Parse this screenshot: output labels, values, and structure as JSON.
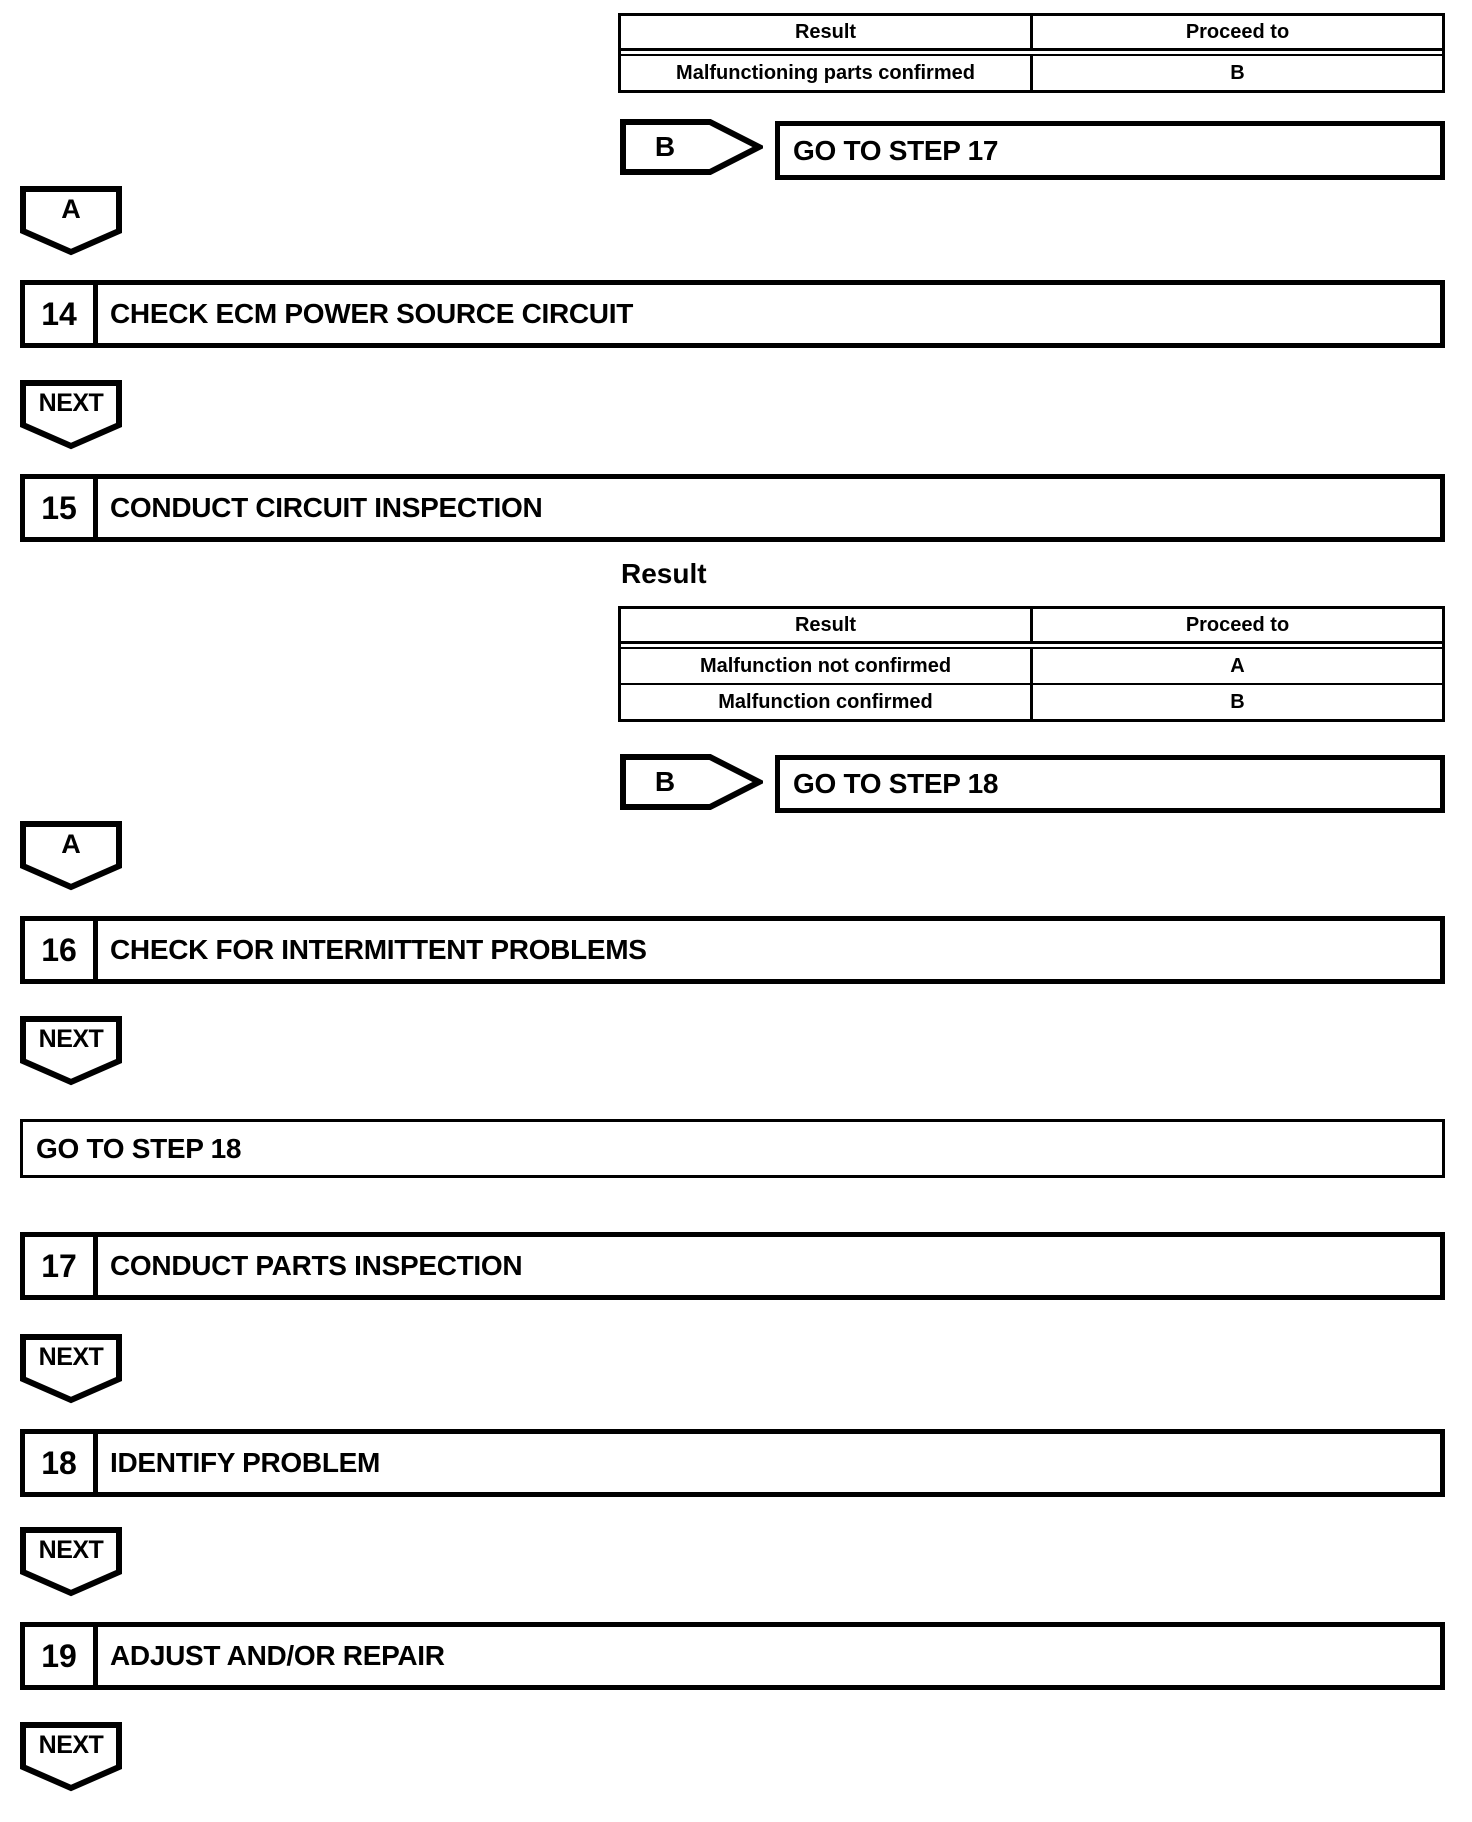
{
  "colors": {
    "line": "#000000",
    "background": "#ffffff"
  },
  "labels": {
    "a": "A",
    "b": "B",
    "next": "NEXT",
    "result_caption": "Result"
  },
  "tables": {
    "top": {
      "col_result": "Result",
      "col_proceed": "Proceed to",
      "rows": [
        {
          "result": "Malfunctioning parts confirmed",
          "proceed": "B"
        }
      ]
    },
    "inspection": {
      "col_result": "Result",
      "col_proceed": "Proceed to",
      "rows": [
        {
          "result": "Malfunction not confirmed",
          "proceed": "A"
        },
        {
          "result": "Malfunction confirmed",
          "proceed": "B"
        }
      ]
    }
  },
  "goto": {
    "step17": "GO TO STEP 17",
    "step18": "GO TO STEP 18",
    "step18_standalone": "GO TO STEP 18"
  },
  "steps": [
    {
      "number": "14",
      "title": "CHECK ECM POWER SOURCE CIRCUIT"
    },
    {
      "number": "15",
      "title": "CONDUCT CIRCUIT INSPECTION"
    },
    {
      "number": "16",
      "title": "CHECK FOR INTERMITTENT PROBLEMS"
    },
    {
      "number": "17",
      "title": "CONDUCT PARTS INSPECTION"
    },
    {
      "number": "18",
      "title": "IDENTIFY PROBLEM"
    },
    {
      "number": "19",
      "title": "ADJUST AND/OR REPAIR"
    }
  ]
}
